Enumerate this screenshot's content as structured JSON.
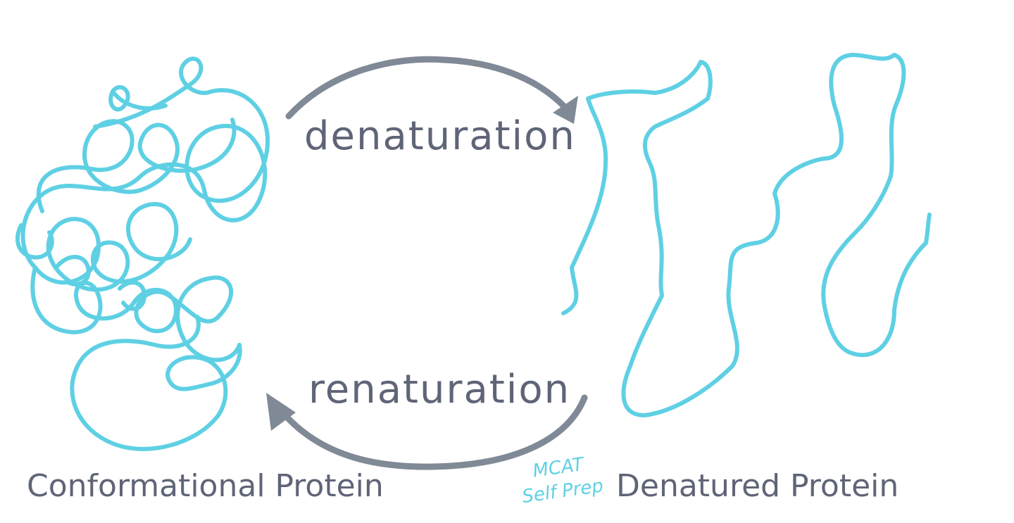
{
  "labels": {
    "denaturation": "denaturation",
    "renaturation": "renaturation",
    "conformational": "Conformational Protein",
    "denatured": "Denatured Protein"
  },
  "watermark": {
    "line1": "MCAT",
    "line2": "Self Prep"
  },
  "colors": {
    "strand": "#5fd0e4",
    "arrow": "#808a96",
    "text": "#5f6577"
  }
}
